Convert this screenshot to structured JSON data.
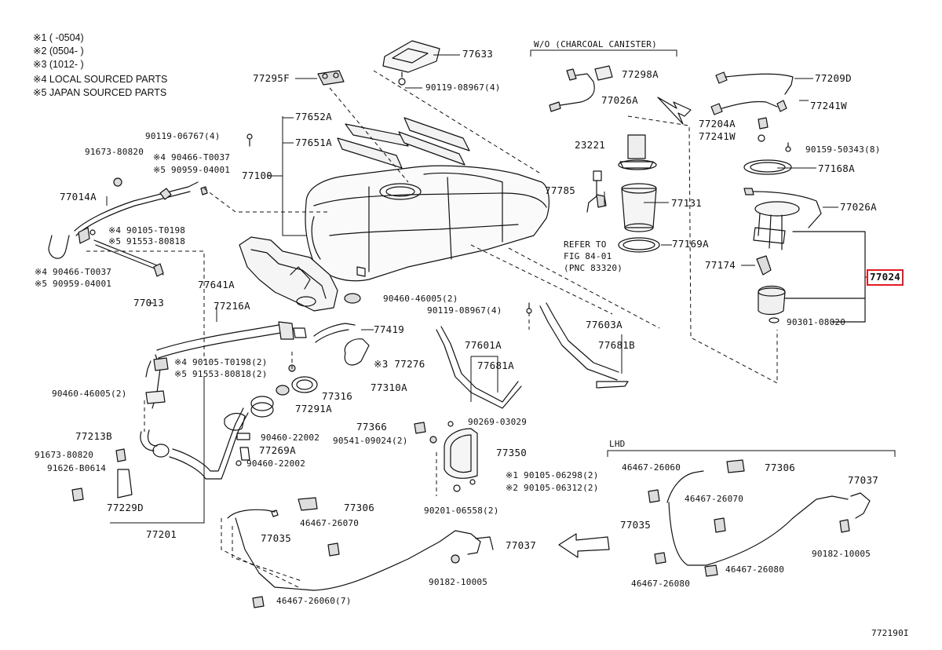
{
  "notes": [
    {
      "id": "n1",
      "text": "※1 (     -0504)"
    },
    {
      "id": "n2",
      "text": "※2 (0504-     )"
    },
    {
      "id": "n3",
      "text": "※3 (1012-     )"
    },
    {
      "id": "n4",
      "text": "※4 LOCAL SOURCED PARTS"
    },
    {
      "id": "n5",
      "text": "※5 JAPAN SOURCED PARTS"
    }
  ],
  "sections": {
    "charcoal": "W/O (CHARCOAL CANISTER)",
    "lhd": "LHD",
    "refer": [
      "REFER TO",
      "FIG 84-01",
      "(PNC 83320)"
    ]
  },
  "figure_id": "772190I",
  "highlighted_part": "77024",
  "labels": [
    {
      "id": "p77633",
      "text": "77633"
    },
    {
      "id": "p77295F",
      "text": "77295F"
    },
    {
      "id": "p90119-08967-4a",
      "text": "90119-08967(4)"
    },
    {
      "id": "p77652A",
      "text": "77652A"
    },
    {
      "id": "p77651A",
      "text": "77651A"
    },
    {
      "id": "p77100",
      "text": "77100"
    },
    {
      "id": "p90119-06767",
      "text": "90119-06767(4)"
    },
    {
      "id": "p91673-80820a",
      "text": "91673-80820"
    },
    {
      "id": "p90466-T0037a",
      "text": "※4 90466-T0037"
    },
    {
      "id": "p90959-04001a",
      "text": "※5 90959-04001"
    },
    {
      "id": "p77014A",
      "text": "77014A"
    },
    {
      "id": "p90105-T0198a",
      "text": "※4 90105-T0198"
    },
    {
      "id": "p91553-80818a",
      "text": "※5 91553-80818"
    },
    {
      "id": "p90466-T0037b",
      "text": "※4 90466-T0037"
    },
    {
      "id": "p90959-04001b",
      "text": "※5 90959-04001"
    },
    {
      "id": "p77013",
      "text": "77013"
    },
    {
      "id": "p77641A",
      "text": "77641A"
    },
    {
      "id": "p77216A",
      "text": "77216A"
    },
    {
      "id": "p90460-46005a",
      "text": "90460-46005(2)"
    },
    {
      "id": "p90119-08967-4b",
      "text": "90119-08967(4)"
    },
    {
      "id": "p77419",
      "text": "77419"
    },
    {
      "id": "p77276",
      "text": "※3 77276"
    },
    {
      "id": "p90105-T0198b",
      "text": "※4 90105-T0198(2)"
    },
    {
      "id": "p91553-80818b",
      "text": "※5 91553-80818(2)"
    },
    {
      "id": "p77310A",
      "text": "77310A"
    },
    {
      "id": "p77316",
      "text": "77316"
    },
    {
      "id": "p90460-46005b",
      "text": "90460-46005(2)"
    },
    {
      "id": "p77291A",
      "text": "77291A"
    },
    {
      "id": "p77213B",
      "text": "77213B"
    },
    {
      "id": "p90460-22002a",
      "text": "90460-22002"
    },
    {
      "id": "p77269A",
      "text": "77269A"
    },
    {
      "id": "p90460-22002b",
      "text": "90460-22002"
    },
    {
      "id": "p91673-80820b",
      "text": "91673-80820"
    },
    {
      "id": "p91626-B0614",
      "text": "91626-B0614"
    },
    {
      "id": "p77229D",
      "text": "77229D"
    },
    {
      "id": "p77201",
      "text": "77201"
    },
    {
      "id": "p77298A",
      "text": "77298A"
    },
    {
      "id": "p77026A-a",
      "text": "77026A"
    },
    {
      "id": "p23221",
      "text": "23221"
    },
    {
      "id": "p77785",
      "text": "77785"
    },
    {
      "id": "p77131",
      "text": "77131"
    },
    {
      "id": "p77169A",
      "text": "77169A"
    },
    {
      "id": "p77209D",
      "text": "77209D"
    },
    {
      "id": "p77241W-a",
      "text": "77241W"
    },
    {
      "id": "p77204A",
      "text": "77204A"
    },
    {
      "id": "p77241W-b",
      "text": "77241W"
    },
    {
      "id": "p90159-50343",
      "text": "90159-50343(8)"
    },
    {
      "id": "p77168A",
      "text": "77168A"
    },
    {
      "id": "p77026A-b",
      "text": "77026A"
    },
    {
      "id": "p77174",
      "text": "77174"
    },
    {
      "id": "p90301-08020",
      "text": "90301-08020"
    },
    {
      "id": "p77603A",
      "text": "77603A"
    },
    {
      "id": "p77681B",
      "text": "77681B"
    },
    {
      "id": "p77601A",
      "text": "77601A"
    },
    {
      "id": "p77681A",
      "text": "77681A"
    },
    {
      "id": "p77366",
      "text": "77366"
    },
    {
      "id": "p90269-03029",
      "text": "90269-03029"
    },
    {
      "id": "p90541-09024",
      "text": "90541-09024(2)"
    },
    {
      "id": "p77350",
      "text": "77350"
    },
    {
      "id": "p90105-06298",
      "text": "※1 90105-06298(2)"
    },
    {
      "id": "p90105-06312",
      "text": "※2 90105-06312(2)"
    },
    {
      "id": "p90201-06558",
      "text": "90201-06558(2)"
    },
    {
      "id": "p77306a",
      "text": "77306"
    },
    {
      "id": "p46467-26070a",
      "text": "46467-26070"
    },
    {
      "id": "p77035a",
      "text": "77035"
    },
    {
      "id": "p77037a",
      "text": "77037"
    },
    {
      "id": "p90182-10005a",
      "text": "90182-10005"
    },
    {
      "id": "p46467-26060a",
      "text": "46467-26060(7)"
    },
    {
      "id": "p46467-26060b",
      "text": "46467-26060"
    },
    {
      "id": "p77306b",
      "text": "77306"
    },
    {
      "id": "p77037b",
      "text": "77037"
    },
    {
      "id": "p46467-26070b",
      "text": "46467-26070"
    },
    {
      "id": "p77035b",
      "text": "77035"
    },
    {
      "id": "p90182-10005b",
      "text": "90182-10005"
    },
    {
      "id": "p46467-26080a",
      "text": "46467-26080"
    },
    {
      "id": "p46467-26080b",
      "text": "46467-26080"
    }
  ]
}
